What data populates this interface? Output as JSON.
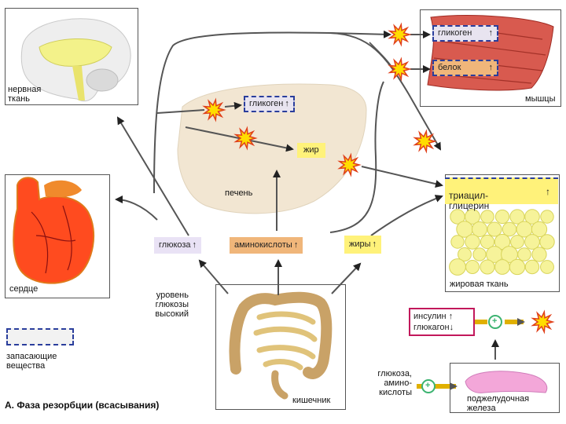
{
  "organs": {
    "brain": "нервная\nткань",
    "heart": "сердце",
    "liver": "печень",
    "muscle": "мышцы",
    "adipose": "жировая ткань",
    "intestine": "кишечник",
    "pancreas": "поджелудочная\nжелеза"
  },
  "substances": {
    "liver_glycogen": "гликоген",
    "liver_fat": "жир",
    "muscle_glycogen": "гликоген",
    "muscle_protein": "белок",
    "triacylglycerol": "триацил-\nглицерин",
    "glucose": "глюкоза",
    "amino_acids": "аминокислоты",
    "fats": "жиры",
    "insulin": "инсулин",
    "glucagon": "глюкагон",
    "glucose_amino_acids": "глюкоза,\nамино-\nкислоты"
  },
  "arrows": {
    "up": "↑",
    "down": "↓"
  },
  "notes": {
    "glucose_level": "уровень\nглюкозы\nвысокий",
    "legend_storage": "запасающие\nвещества",
    "plus": "+"
  },
  "caption": "А. Фаза резорбции (всасывания)",
  "colors": {
    "storage": "#e8e4f0",
    "glucose": "#e9e2f5",
    "amino_acids": "#f0b67a",
    "fats": "#fff27a",
    "fat_globule": "#f6f39a",
    "liver": "#f2e6d2",
    "burst": "#ffdd00",
    "burst_edge": "#e0401a",
    "plus": "#3cb371"
  }
}
